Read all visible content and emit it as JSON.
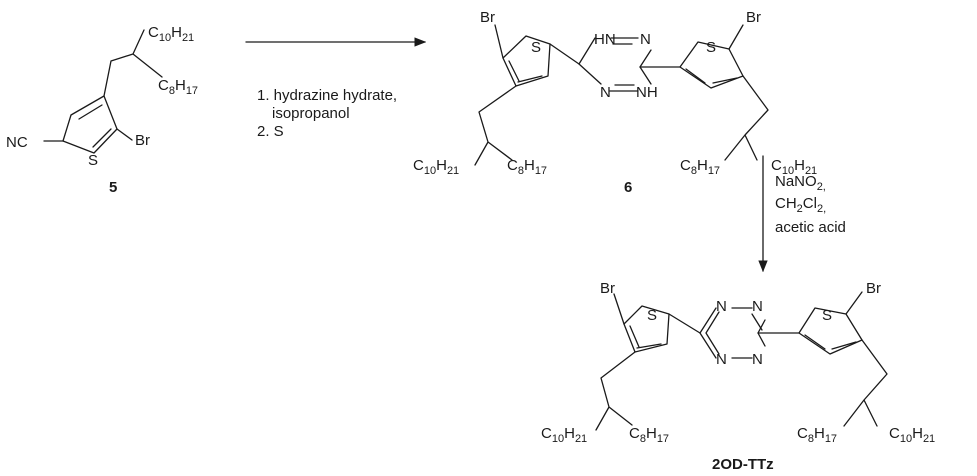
{
  "atoms": {
    "Br": "Br",
    "S": "S",
    "N": "N",
    "NC": "NC",
    "HN": "HN",
    "NH": "NH",
    "C": "C",
    "H": "H",
    "n10": "10",
    "n21": "21",
    "n8": "8",
    "n17": "17"
  },
  "step1": {
    "line1": "1. hydrazine hydrate,",
    "line2": "isopropanol",
    "line3": "2. S"
  },
  "step2": {
    "l1_main": "NaNO",
    "l1_sub": "2,",
    "l2_a": "CH",
    "l2_sub1": "2",
    "l2_b": "Cl",
    "l2_sub2": "2,",
    "l3": "acetic acid"
  },
  "compounds": {
    "c5": "5",
    "c6": "6",
    "final": "2OD-TTz"
  },
  "colors": {
    "ink": "#1a1a1a",
    "background": "#ffffff"
  }
}
